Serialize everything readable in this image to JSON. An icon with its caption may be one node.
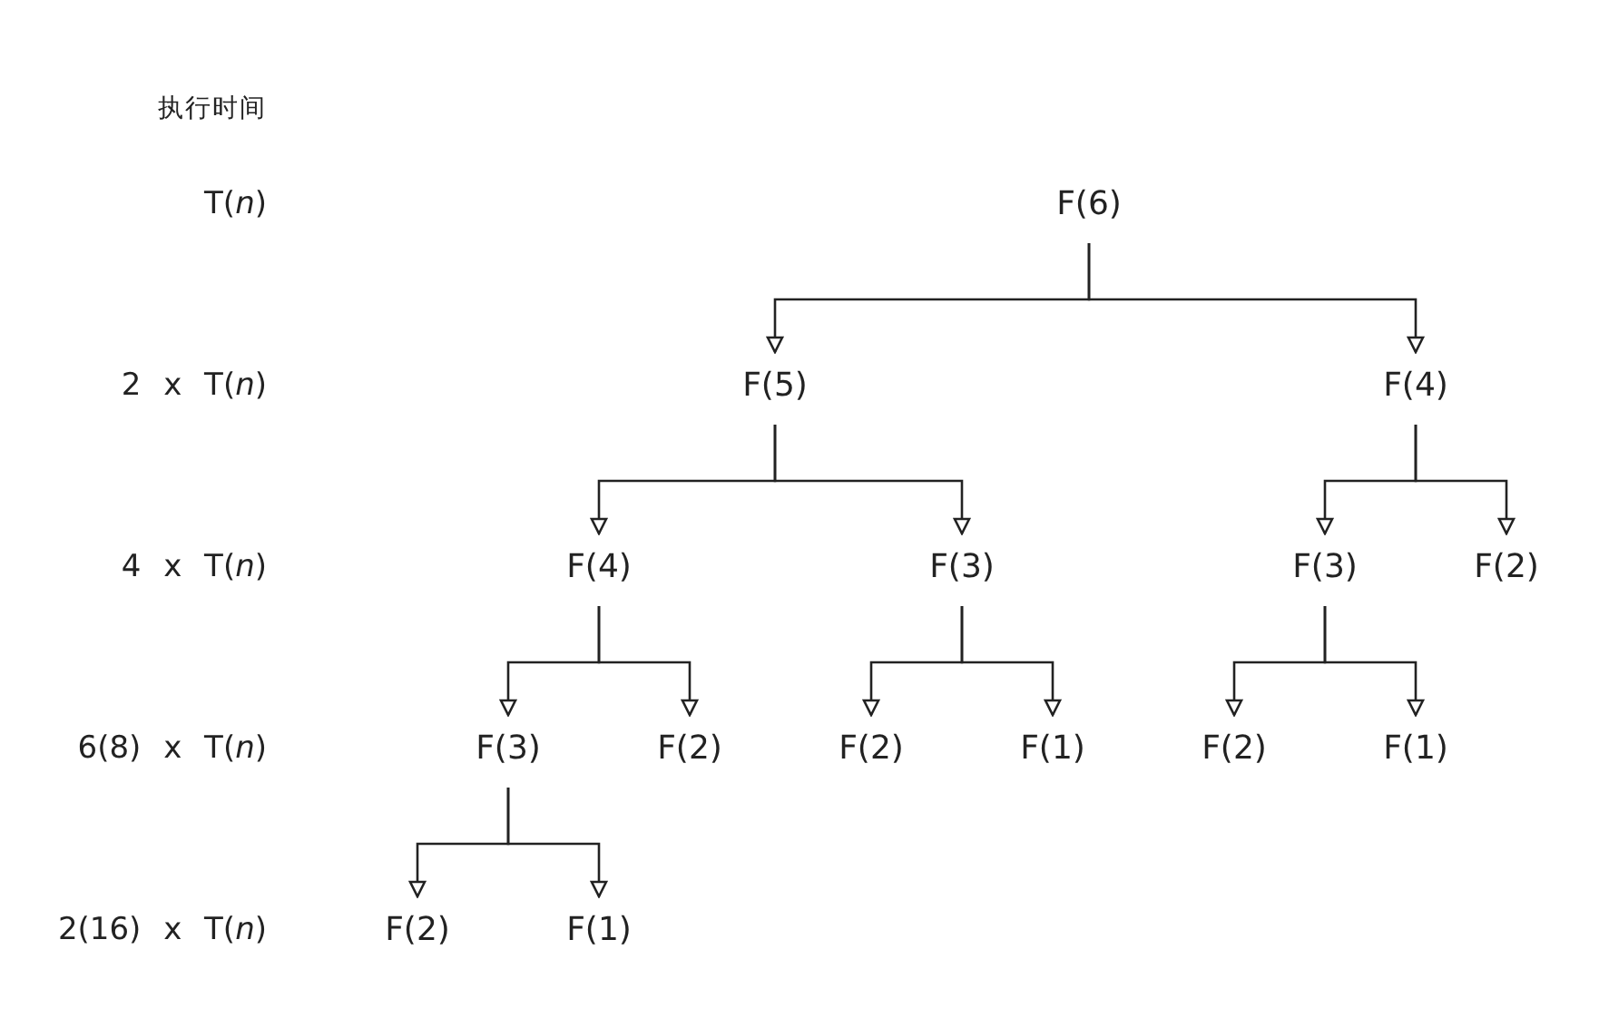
{
  "diagram": {
    "nodes": [
      {
        "text": [
          "F(6)"
        ]
      },
      {
        "text": [
          "F(5)"
        ]
      },
      {
        "text": [
          "F(4)"
        ]
      },
      {
        "text": [
          "F(4)"
        ]
      },
      {
        "text": [
          "F(3)"
        ]
      },
      {
        "text": [
          "F(3)"
        ]
      },
      {
        "text": [
          "F(2)"
        ]
      },
      {
        "text": [
          "F(3)"
        ]
      },
      {
        "text": [
          "F(2)"
        ]
      },
      {
        "text": [
          "F(2)"
        ]
      },
      {
        "text": [
          "F(1)"
        ]
      },
      {
        "text": [
          "F(2)"
        ]
      },
      {
        "text": [
          "F(1)"
        ]
      },
      {
        "text": [
          "F(2)"
        ]
      },
      {
        "text": [
          "F(1)"
        ]
      }
    ],
    "edges": [
      {
        "from": 0,
        "to": 1,
        "arrow": "to"
      },
      {
        "from": 0,
        "to": 2,
        "arrow": "to"
      },
      {
        "from": 1,
        "to": 3,
        "arrow": "to"
      },
      {
        "from": 1,
        "to": 4,
        "arrow": "to"
      },
      {
        "from": 2,
        "to": 5,
        "arrow": "to"
      },
      {
        "from": 2,
        "to": 6,
        "arrow": "to"
      },
      {
        "from": 3,
        "to": 7,
        "arrow": "to"
      },
      {
        "from": 3,
        "to": 8,
        "arrow": "to"
      },
      {
        "from": 4,
        "to": 9,
        "arrow": "to"
      },
      {
        "from": 4,
        "to": 10,
        "arrow": "to"
      },
      {
        "from": 5,
        "to": 11,
        "arrow": "to"
      },
      {
        "from": 5,
        "to": 12,
        "arrow": "to"
      },
      {
        "from": 7,
        "to": 13,
        "arrow": "to"
      },
      {
        "from": 7,
        "to": 14,
        "arrow": "to"
      }
    ],
    "labels": [
      "执行时间",
      "T(*n*)",
      "2 x T(*n*)",
      "4 x T(*n*)",
      "6(8) x T(*n*)",
      "2(16) x T(*n*)"
    ]
  }
}
